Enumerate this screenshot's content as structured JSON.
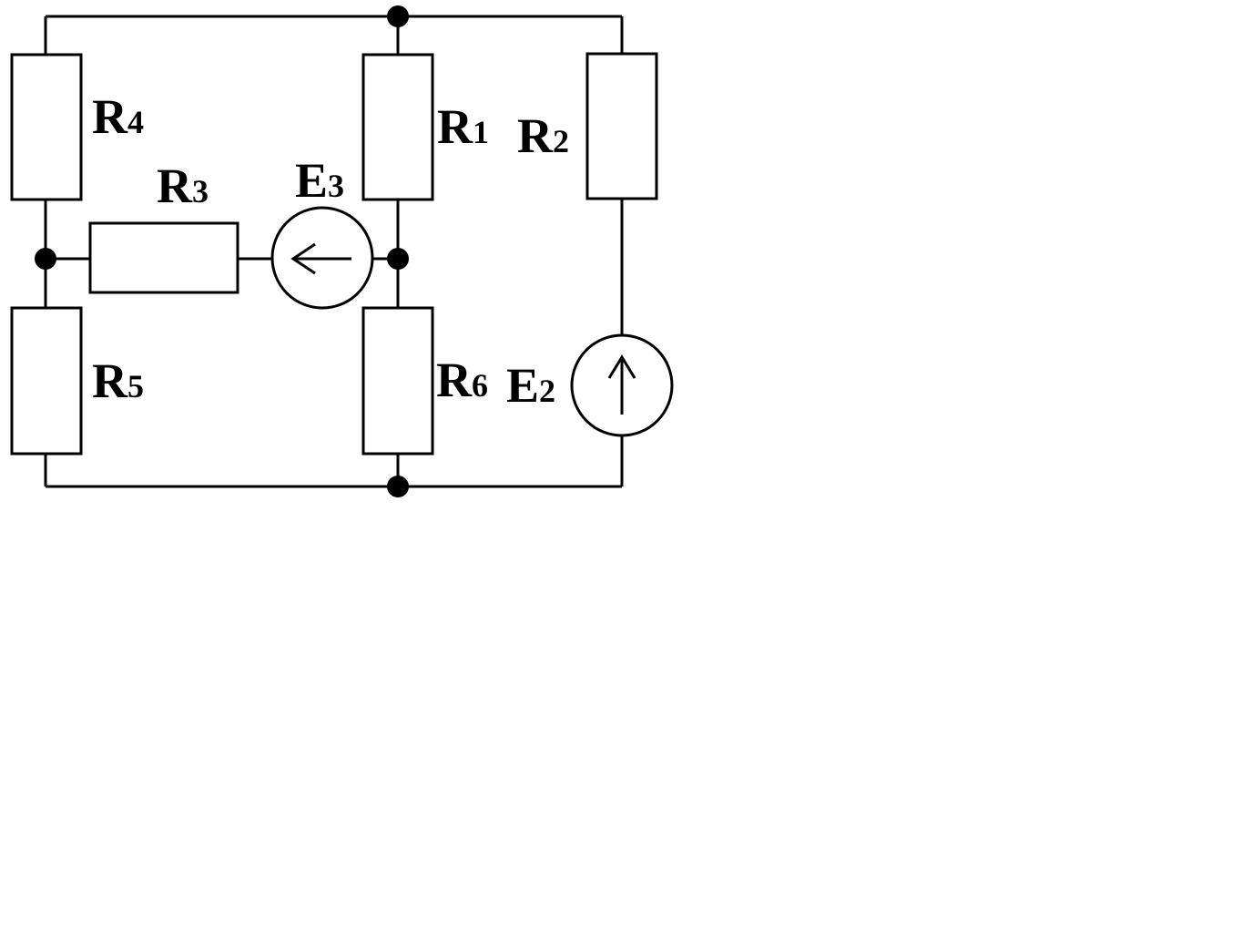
{
  "diagram": {
    "type": "electrical-circuit",
    "resistors": [
      {
        "id": "R4",
        "letter": "R",
        "index": "4"
      },
      {
        "id": "R1",
        "letter": "R",
        "index": "1"
      },
      {
        "id": "R2",
        "letter": "R",
        "index": "2"
      },
      {
        "id": "R3",
        "letter": "R",
        "index": "3"
      },
      {
        "id": "R5",
        "letter": "R",
        "index": "5"
      },
      {
        "id": "R6",
        "letter": "R",
        "index": "6"
      }
    ],
    "sources": [
      {
        "id": "E3",
        "letter": "E",
        "index": "3",
        "arrow": "left"
      },
      {
        "id": "E2",
        "letter": "E",
        "index": "2",
        "arrow": "up"
      }
    ],
    "colors": {
      "stroke": "#000000",
      "background": "#ffffff"
    }
  }
}
